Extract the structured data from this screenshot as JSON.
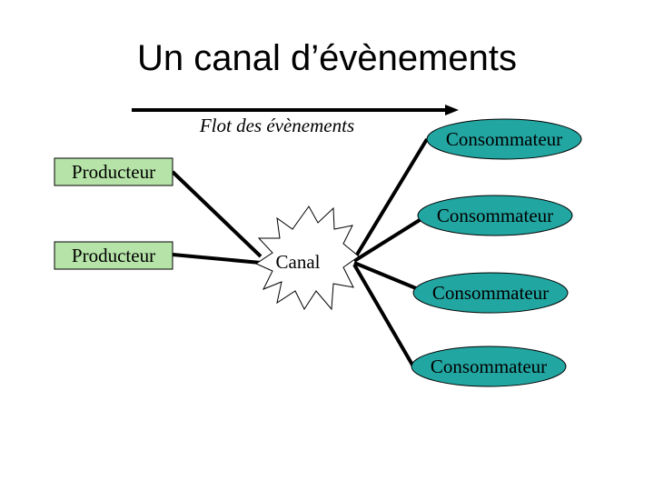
{
  "title": "Un canal d’évènements",
  "flow_label": "Flot des évènements",
  "channel_label": "Canal",
  "producers": [
    {
      "label": "Producteur"
    },
    {
      "label": "Producteur"
    }
  ],
  "consumers": [
    {
      "label": "Consommateur"
    },
    {
      "label": "Consommateur"
    },
    {
      "label": "Consommateur"
    },
    {
      "label": "Consommateur"
    }
  ],
  "colors": {
    "producer_fill": "#b6e3a8",
    "consumer_fill": "#22a6a2",
    "line": "#000000"
  }
}
